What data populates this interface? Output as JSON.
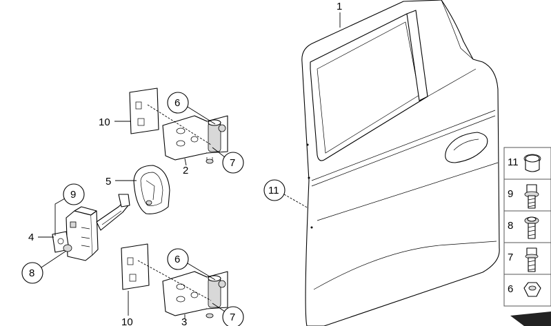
{
  "callouts": {
    "door": "1",
    "hinge_upper": "2",
    "hinge_lower": "3",
    "check_bracket": "4",
    "check_housing": "5",
    "bolt_6_upper": "6",
    "bolt_6_lower": "6",
    "bolt_7_upper": "7",
    "bolt_7_lower": "7",
    "bolt_8": "8",
    "bolt_9": "9",
    "gasket_10_upper": "10",
    "gasket_10_lower": "10",
    "clip_11": "11"
  },
  "parts_column": [
    "11",
    "9",
    "8",
    "7",
    "6"
  ]
}
